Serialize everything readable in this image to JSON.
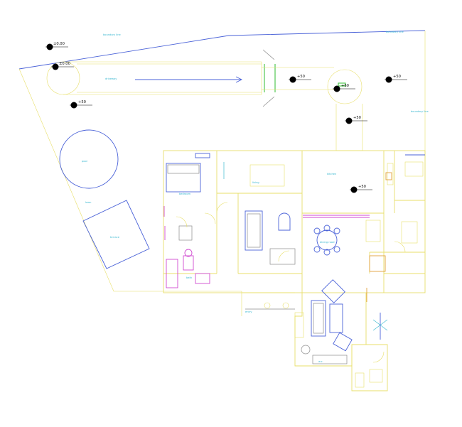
{
  "plan": {
    "levels": [
      "±0.00",
      "±0.00",
      "+50",
      "+50",
      "+60",
      "+50",
      "+50",
      "+50"
    ],
    "labels": {
      "top_boundary": "boundary line",
      "top_right": "boundary line",
      "driveway": "driveway",
      "pool": "pool",
      "lawn": "lawn",
      "terrace": "terrace",
      "bedroom": "bedroom",
      "living": "living",
      "dining": "dining room",
      "kitchen": "kitchen",
      "bath": "bath",
      "entry": "entry",
      "right_note": "boundary line",
      "bottom_note": "w.c."
    }
  },
  "colors": {
    "wall": "#e8df6a",
    "furniture": "#4a62d8",
    "fixture": "#d04ad0",
    "text": "#35b6cf",
    "accent_green": "#52c752",
    "accent_orange": "#e3a13a"
  }
}
